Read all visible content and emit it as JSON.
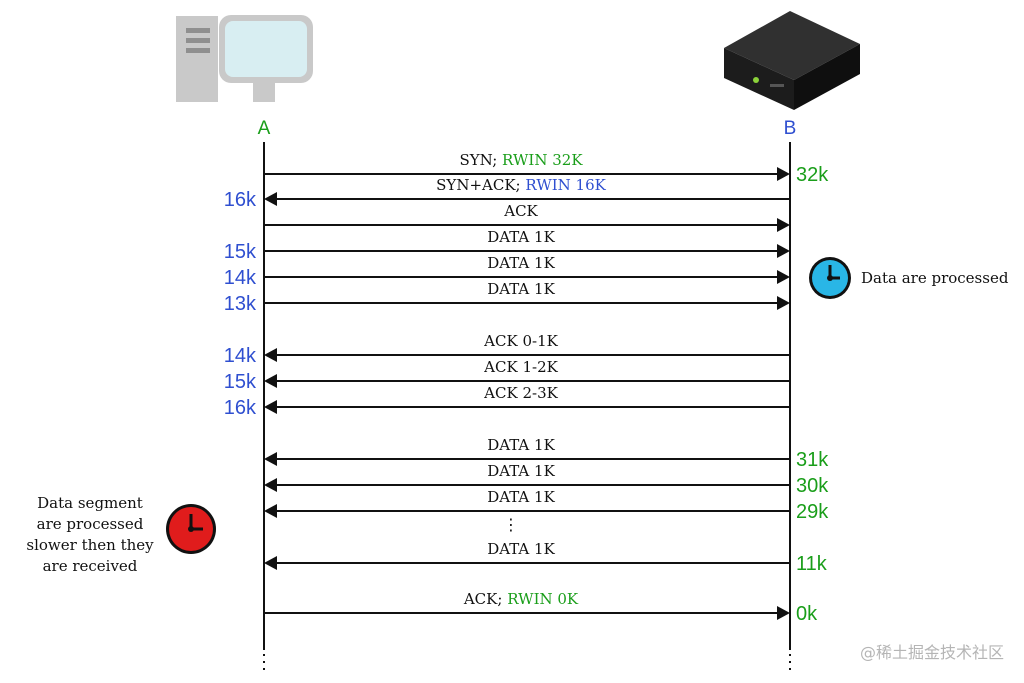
{
  "participants": {
    "a": {
      "label": "A",
      "color": "#1a9e1a"
    },
    "b": {
      "label": "B",
      "color": "#2f4fd0"
    }
  },
  "colors": {
    "green": "#1a9e1a",
    "blue": "#2f4fd0",
    "black": "#111111",
    "clock_blue": "#29b6e6",
    "clock_red": "#e01c1c"
  },
  "messages": [
    {
      "dir": "right",
      "parts": [
        {
          "text": "SYN; ",
          "color": "black"
        },
        {
          "text": "RWIN 32K",
          "color": "green"
        }
      ],
      "left_value": null,
      "right_value": {
        "text": "32k",
        "color": "green"
      }
    },
    {
      "dir": "left",
      "parts": [
        {
          "text": "SYN+ACK; ",
          "color": "black"
        },
        {
          "text": "RWIN 16K",
          "color": "blue"
        }
      ],
      "left_value": {
        "text": "16k",
        "color": "blue"
      },
      "right_value": null
    },
    {
      "dir": "right",
      "parts": [
        {
          "text": "ACK",
          "color": "black"
        }
      ],
      "left_value": null,
      "right_value": null
    },
    {
      "dir": "right",
      "parts": [
        {
          "text": "DATA 1K",
          "color": "black"
        }
      ],
      "left_value": {
        "text": "15k",
        "color": "blue"
      },
      "right_value": null
    },
    {
      "dir": "right",
      "parts": [
        {
          "text": "DATA 1K",
          "color": "black"
        }
      ],
      "left_value": {
        "text": "14k",
        "color": "blue"
      },
      "right_value": null
    },
    {
      "dir": "right",
      "parts": [
        {
          "text": "DATA 1K",
          "color": "black"
        }
      ],
      "left_value": {
        "text": "13k",
        "color": "blue"
      },
      "right_value": null
    },
    {
      "dir": "left",
      "parts": [
        {
          "text": "ACK 0-1K",
          "color": "black"
        }
      ],
      "left_value": {
        "text": "14k",
        "color": "blue"
      },
      "right_value": null
    },
    {
      "dir": "left",
      "parts": [
        {
          "text": "ACK 1-2K",
          "color": "black"
        }
      ],
      "left_value": {
        "text": "15k",
        "color": "blue"
      },
      "right_value": null
    },
    {
      "dir": "left",
      "parts": [
        {
          "text": "ACK 2-3K",
          "color": "black"
        }
      ],
      "left_value": {
        "text": "16k",
        "color": "blue"
      },
      "right_value": null
    },
    {
      "dir": "left",
      "parts": [
        {
          "text": "DATA 1K",
          "color": "black"
        }
      ],
      "left_value": null,
      "right_value": {
        "text": "31k",
        "color": "green"
      }
    },
    {
      "dir": "left",
      "parts": [
        {
          "text": "DATA 1K",
          "color": "black"
        }
      ],
      "left_value": null,
      "right_value": {
        "text": "30k",
        "color": "green"
      }
    },
    {
      "dir": "left",
      "parts": [
        {
          "text": "DATA 1K",
          "color": "black"
        }
      ],
      "left_value": null,
      "right_value": {
        "text": "29k",
        "color": "green"
      }
    },
    {
      "dir": "left",
      "parts": [
        {
          "text": "DATA 1K",
          "color": "black"
        }
      ],
      "left_value": null,
      "right_value": {
        "text": "11k",
        "color": "green"
      }
    },
    {
      "dir": "right",
      "parts": [
        {
          "text": "ACK; ",
          "color": "black"
        },
        {
          "text": "RWIN 0K",
          "color": "green"
        }
      ],
      "left_value": null,
      "right_value": {
        "text": "0k",
        "color": "green"
      }
    }
  ],
  "ellipsis": "⋮",
  "notes": {
    "right": {
      "lines": [
        "Data are processed"
      ],
      "icon": "clock-icon",
      "color": "clock_blue"
    },
    "left": {
      "lines": [
        "Data segment",
        "are processed",
        "slower then they",
        "are received"
      ],
      "icon": "clock-icon",
      "color": "clock_red"
    }
  },
  "icons": {
    "client": "desktop-computer-icon",
    "server": "server-box-icon"
  },
  "watermark": "@稀土掘金技术社区"
}
